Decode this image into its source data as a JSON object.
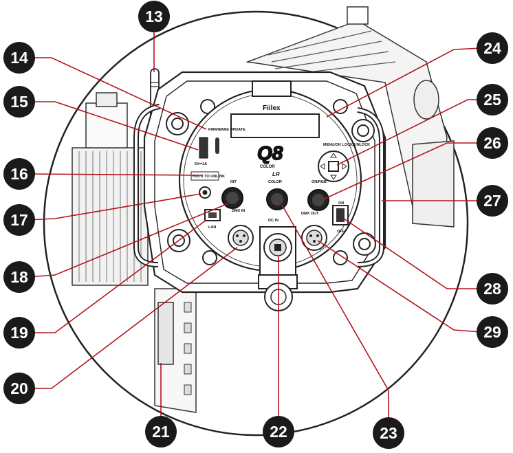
{
  "brand": {
    "maker": "Fiilex",
    "model": "Q8",
    "model_sub": "COLOR",
    "model_tag": "LR"
  },
  "panel": {
    "usb_label": "FIRMWARE UPDATE",
    "usb_rating": "5V⎓1A",
    "hold_label": "HOLD TO UNLINK",
    "int_label": "INT",
    "color_label": "COLOR",
    "onrgb_label": "ON/RGB",
    "dmx_in_label": "DMX IN",
    "dmx_out_label": "DMX OUT",
    "power_label": "DC IN",
    "lan_label": "LAN",
    "menu_label": "MENU/OK LOCK/UNLOCK",
    "on_label": "ON",
    "off_label": "OFF"
  },
  "callouts": [
    {
      "id": "13"
    },
    {
      "id": "14"
    },
    {
      "id": "15"
    },
    {
      "id": "16"
    },
    {
      "id": "17"
    },
    {
      "id": "18"
    },
    {
      "id": "19"
    },
    {
      "id": "20"
    },
    {
      "id": "21"
    },
    {
      "id": "22"
    },
    {
      "id": "23"
    },
    {
      "id": "24"
    },
    {
      "id": "25"
    },
    {
      "id": "26"
    },
    {
      "id": "27"
    },
    {
      "id": "28"
    },
    {
      "id": "29"
    }
  ]
}
